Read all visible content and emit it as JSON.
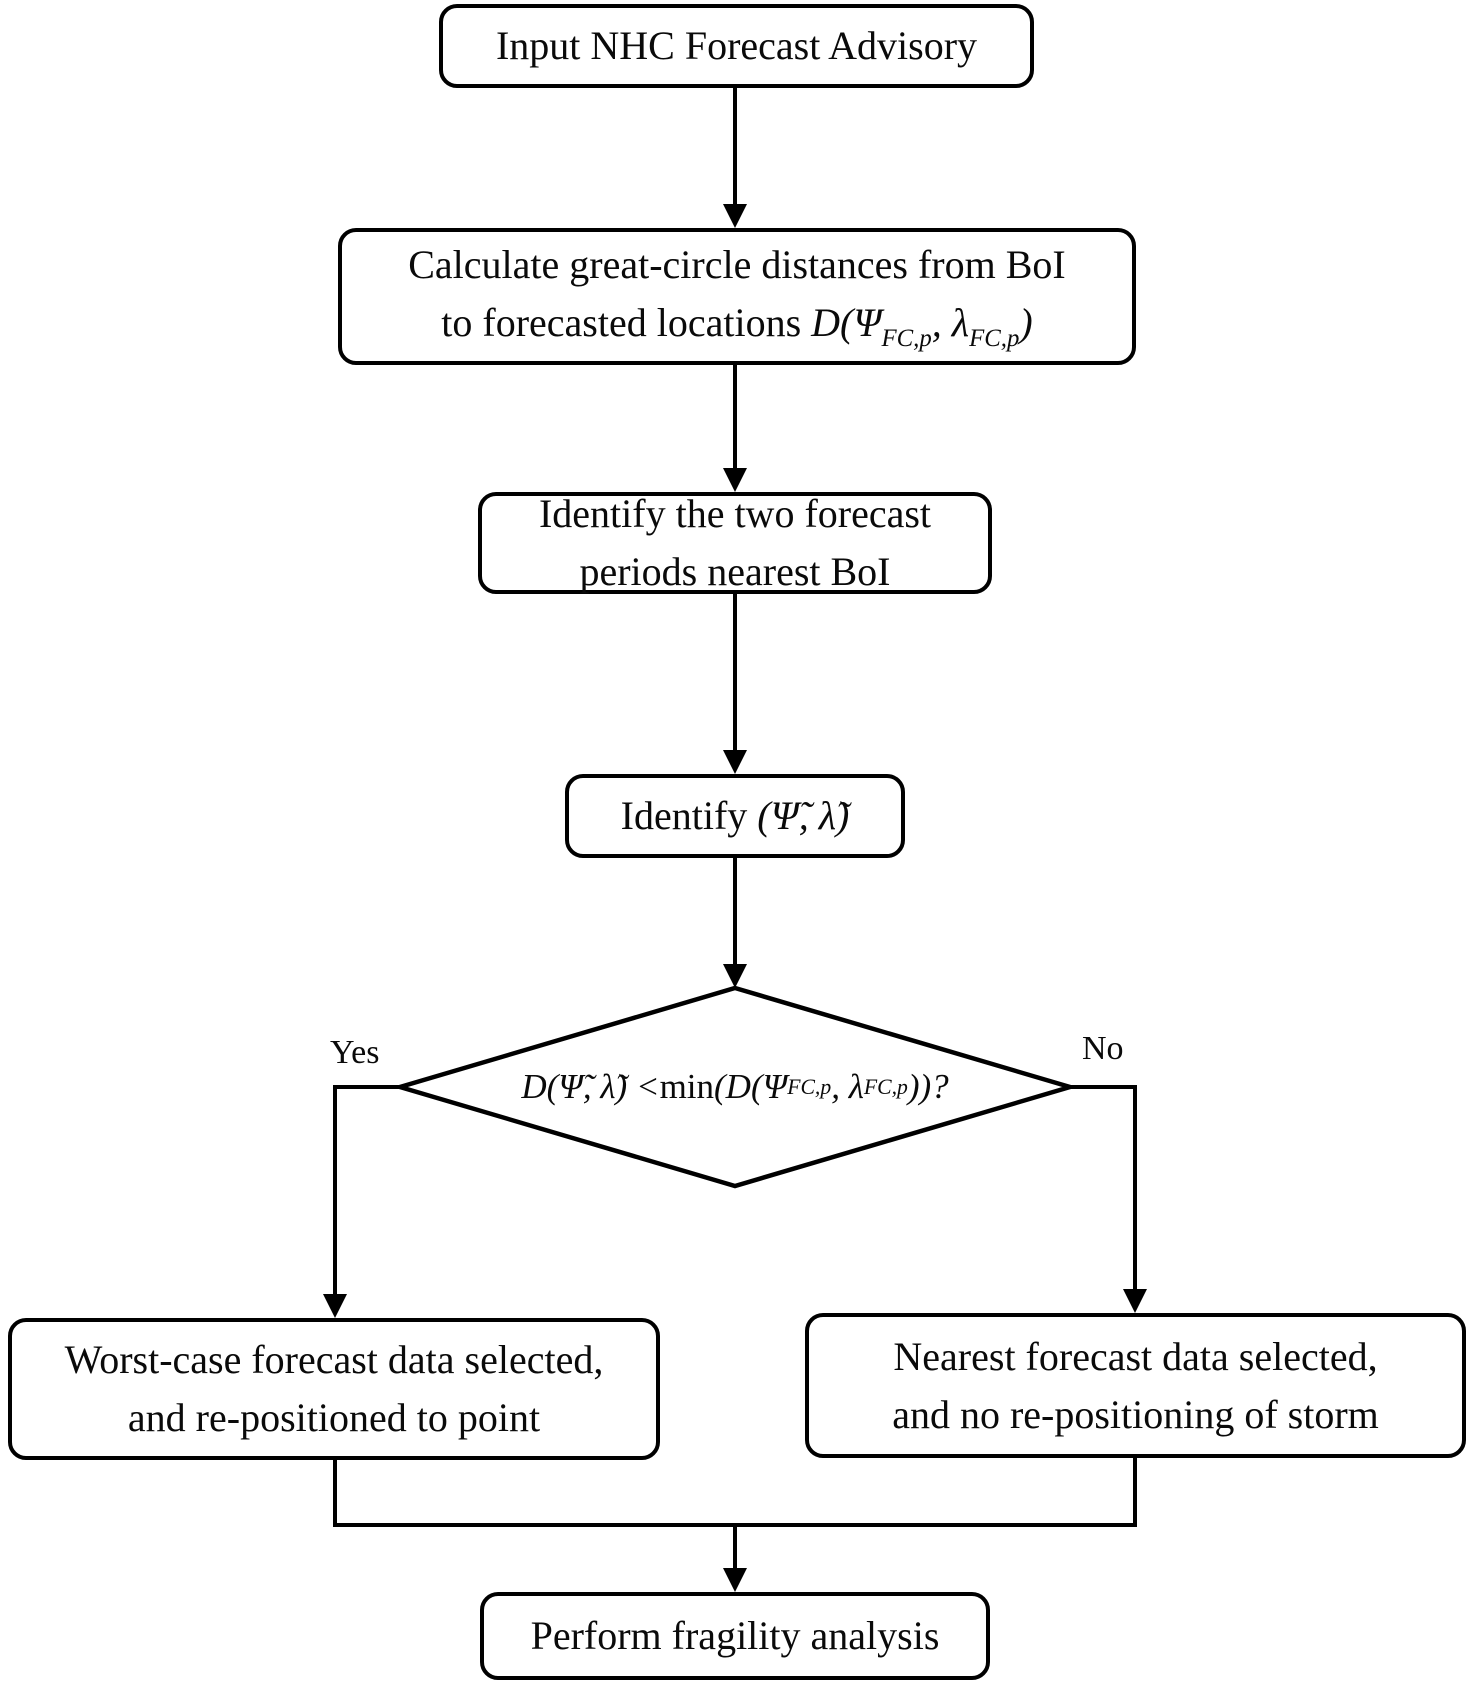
{
  "colors": {
    "background": "#ffffff",
    "line": "#000000",
    "text": "#0a0a0a"
  },
  "nodes": {
    "input": {
      "text": "Input NHC Forecast Advisory"
    },
    "calc": {
      "line1": "Calculate great-circle distances from BoI",
      "line2_prefix": "to forecasted locations ",
      "math_m1": "D(Ψ",
      "math_sub1": "FC,p",
      "math_m2": ", λ",
      "math_sub2": "FC,p",
      "math_m3": ")"
    },
    "identify_periods": {
      "line1": "Identify the two forecast",
      "line2": "periods nearest BoI"
    },
    "identify_point": {
      "prefix": "Identify ",
      "math": "(Ψ̃, λ̃)"
    },
    "decision": {
      "f1": "D(Ψ̃, λ̃) < ",
      "f2": "min",
      "f3": "(D(Ψ",
      "sub1": "FC,p",
      "f4": ", λ",
      "sub2": "FC,p",
      "f5": "))?"
    },
    "worst_case": {
      "line1": "Worst-case forecast data selected,",
      "line2": "and re-positioned to point"
    },
    "nearest": {
      "line1": "Nearest forecast data selected,",
      "line2": "and no re-positioning of storm"
    },
    "perform": {
      "text": "Perform fragility analysis"
    }
  },
  "edge_labels": {
    "yes": "Yes",
    "no": "No"
  }
}
